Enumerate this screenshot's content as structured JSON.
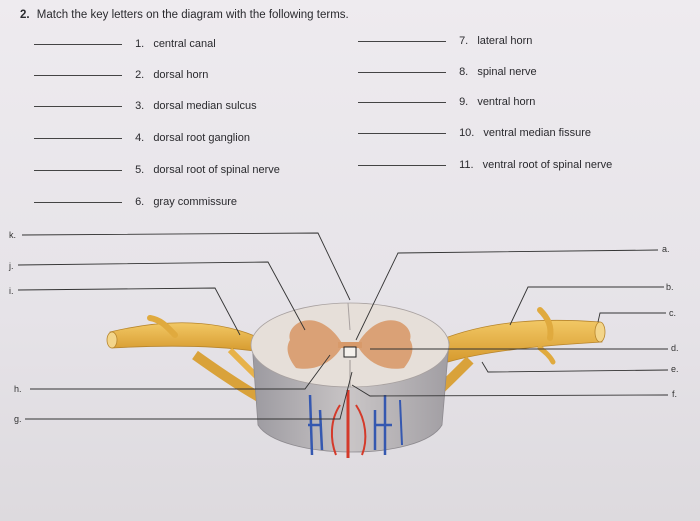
{
  "question": {
    "number": "2.",
    "text": "Match the key letters on the diagram with the following terms."
  },
  "terms_left": [
    {
      "num": "1.",
      "label": "central canal"
    },
    {
      "num": "2.",
      "label": "dorsal horn"
    },
    {
      "num": "3.",
      "label": "dorsal median sulcus"
    },
    {
      "num": "4.",
      "label": "dorsal root ganglion"
    },
    {
      "num": "5.",
      "label": "dorsal root of spinal nerve"
    },
    {
      "num": "6.",
      "label": "gray commissure"
    }
  ],
  "terms_right": [
    {
      "num": "7.",
      "label": "lateral horn"
    },
    {
      "num": "8.",
      "label": "spinal nerve"
    },
    {
      "num": "9.",
      "label": "ventral horn"
    },
    {
      "num": "10.",
      "label": "ventral median fissure"
    },
    {
      "num": "11.",
      "label": "ventral root of spinal nerve"
    }
  ],
  "diagram_letters": {
    "k": "k.",
    "j": "j.",
    "i": "i.",
    "h": "h.",
    "g": "g.",
    "a": "a.",
    "b": "b.",
    "c": "c.",
    "d": "d.",
    "e": "e.",
    "f": "f."
  },
  "colors": {
    "nerve": "#e8b445",
    "white_matter": "#e3ddd8",
    "gray_matter": "#d89a6a",
    "artery": "#d43a2a",
    "vein": "#3558b0",
    "background": "#e9e6ea"
  }
}
